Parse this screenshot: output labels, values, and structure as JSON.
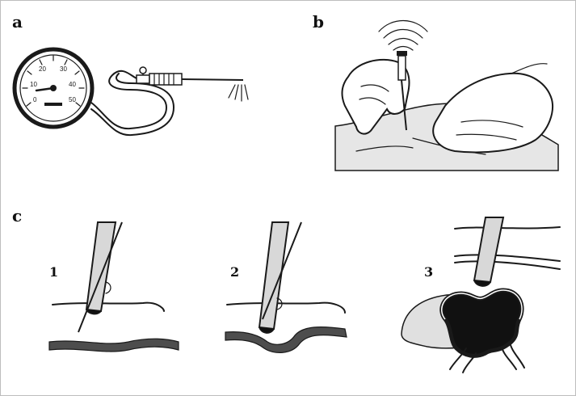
{
  "panels": {
    "a": {
      "letter": "a"
    },
    "b": {
      "letter": "b"
    },
    "c": {
      "letter": "c"
    }
  },
  "gauge": {
    "ticks": [
      "10",
      "20",
      "30",
      "40",
      "0",
      "50"
    ]
  },
  "steps": [
    "1",
    "2",
    "3"
  ],
  "colors": {
    "ink": "#1a1a1a",
    "wall": "#4d4d4d",
    "dark": "#111111",
    "paper": "#ffffff"
  }
}
